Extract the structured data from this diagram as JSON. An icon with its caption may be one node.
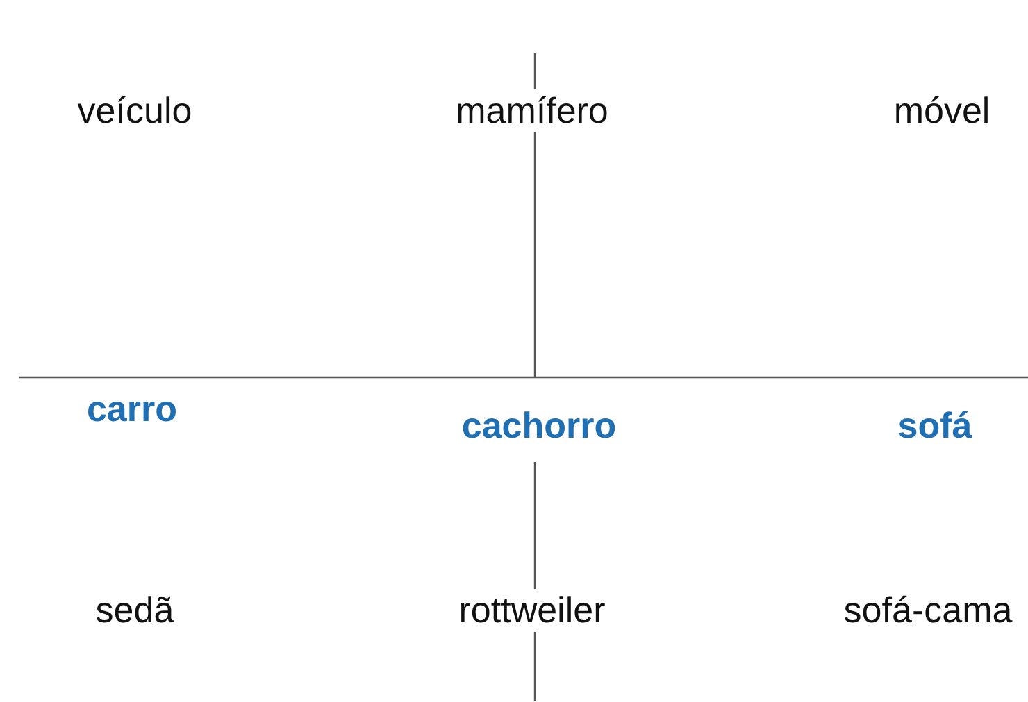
{
  "diagram": {
    "labels": [
      "veículo",
      "mamífero",
      "móvel",
      "carro",
      "cachorro",
      "sofá",
      "sedã",
      "rottweiler",
      "sofá-cama"
    ]
  }
}
